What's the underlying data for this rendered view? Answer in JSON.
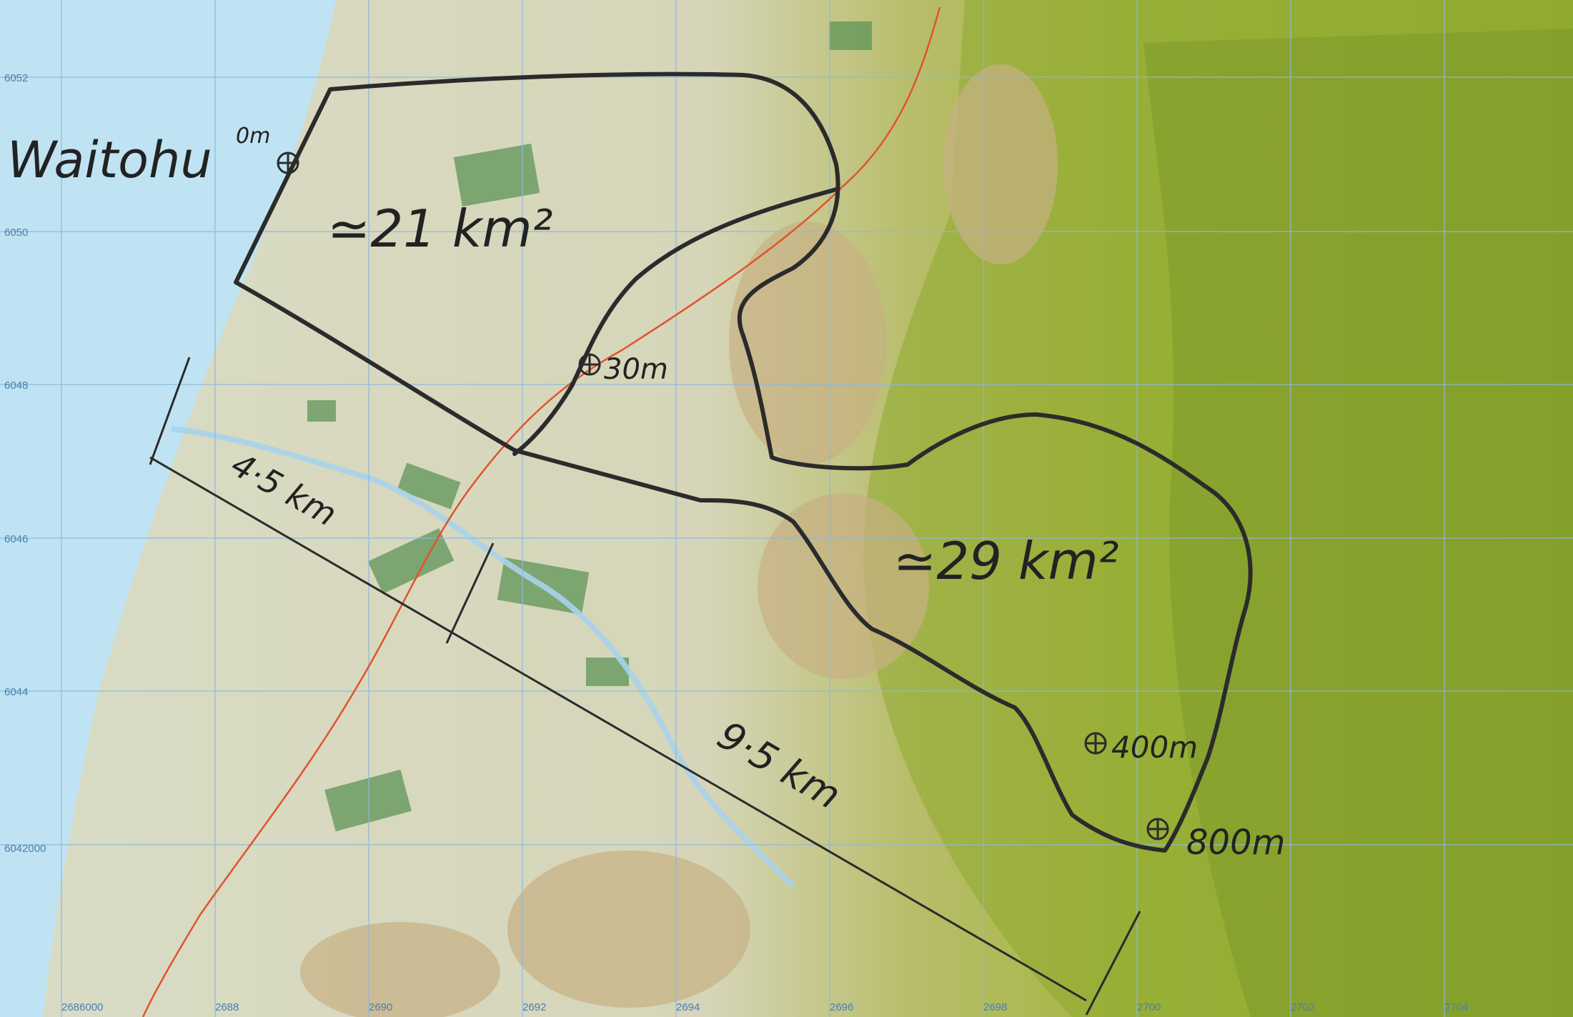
{
  "map": {
    "colors": {
      "sea": "#bfe3f2",
      "lowland": "#d9dcc6",
      "hills": "#c9b98a",
      "forest": "#9db53a",
      "forest_dark": "#7d9a2a",
      "pine": "#5f9457",
      "grid": "#8fb8dc",
      "highway": "#e0542b",
      "river": "#a9d3ea",
      "ink": "#2b2b2b"
    },
    "grid_labels": {
      "northings": [
        "6052",
        "6050",
        "6048",
        "6046",
        "6044",
        "6042000"
      ],
      "eastings": [
        "2686000",
        "2688",
        "2690",
        "2692",
        "2694",
        "2696",
        "2698",
        "2700",
        "2702",
        "2704"
      ]
    },
    "annotations": {
      "place_name": "Waitohu",
      "outlet_elev": "0m",
      "area_lower": "≃21 km²",
      "area_upper": "≃29 km²",
      "elev_mid": "30m",
      "elev_upper1": "400m",
      "elev_upper2": "800m",
      "dist_short": "4·5 km",
      "dist_long": "9·5 km"
    }
  }
}
